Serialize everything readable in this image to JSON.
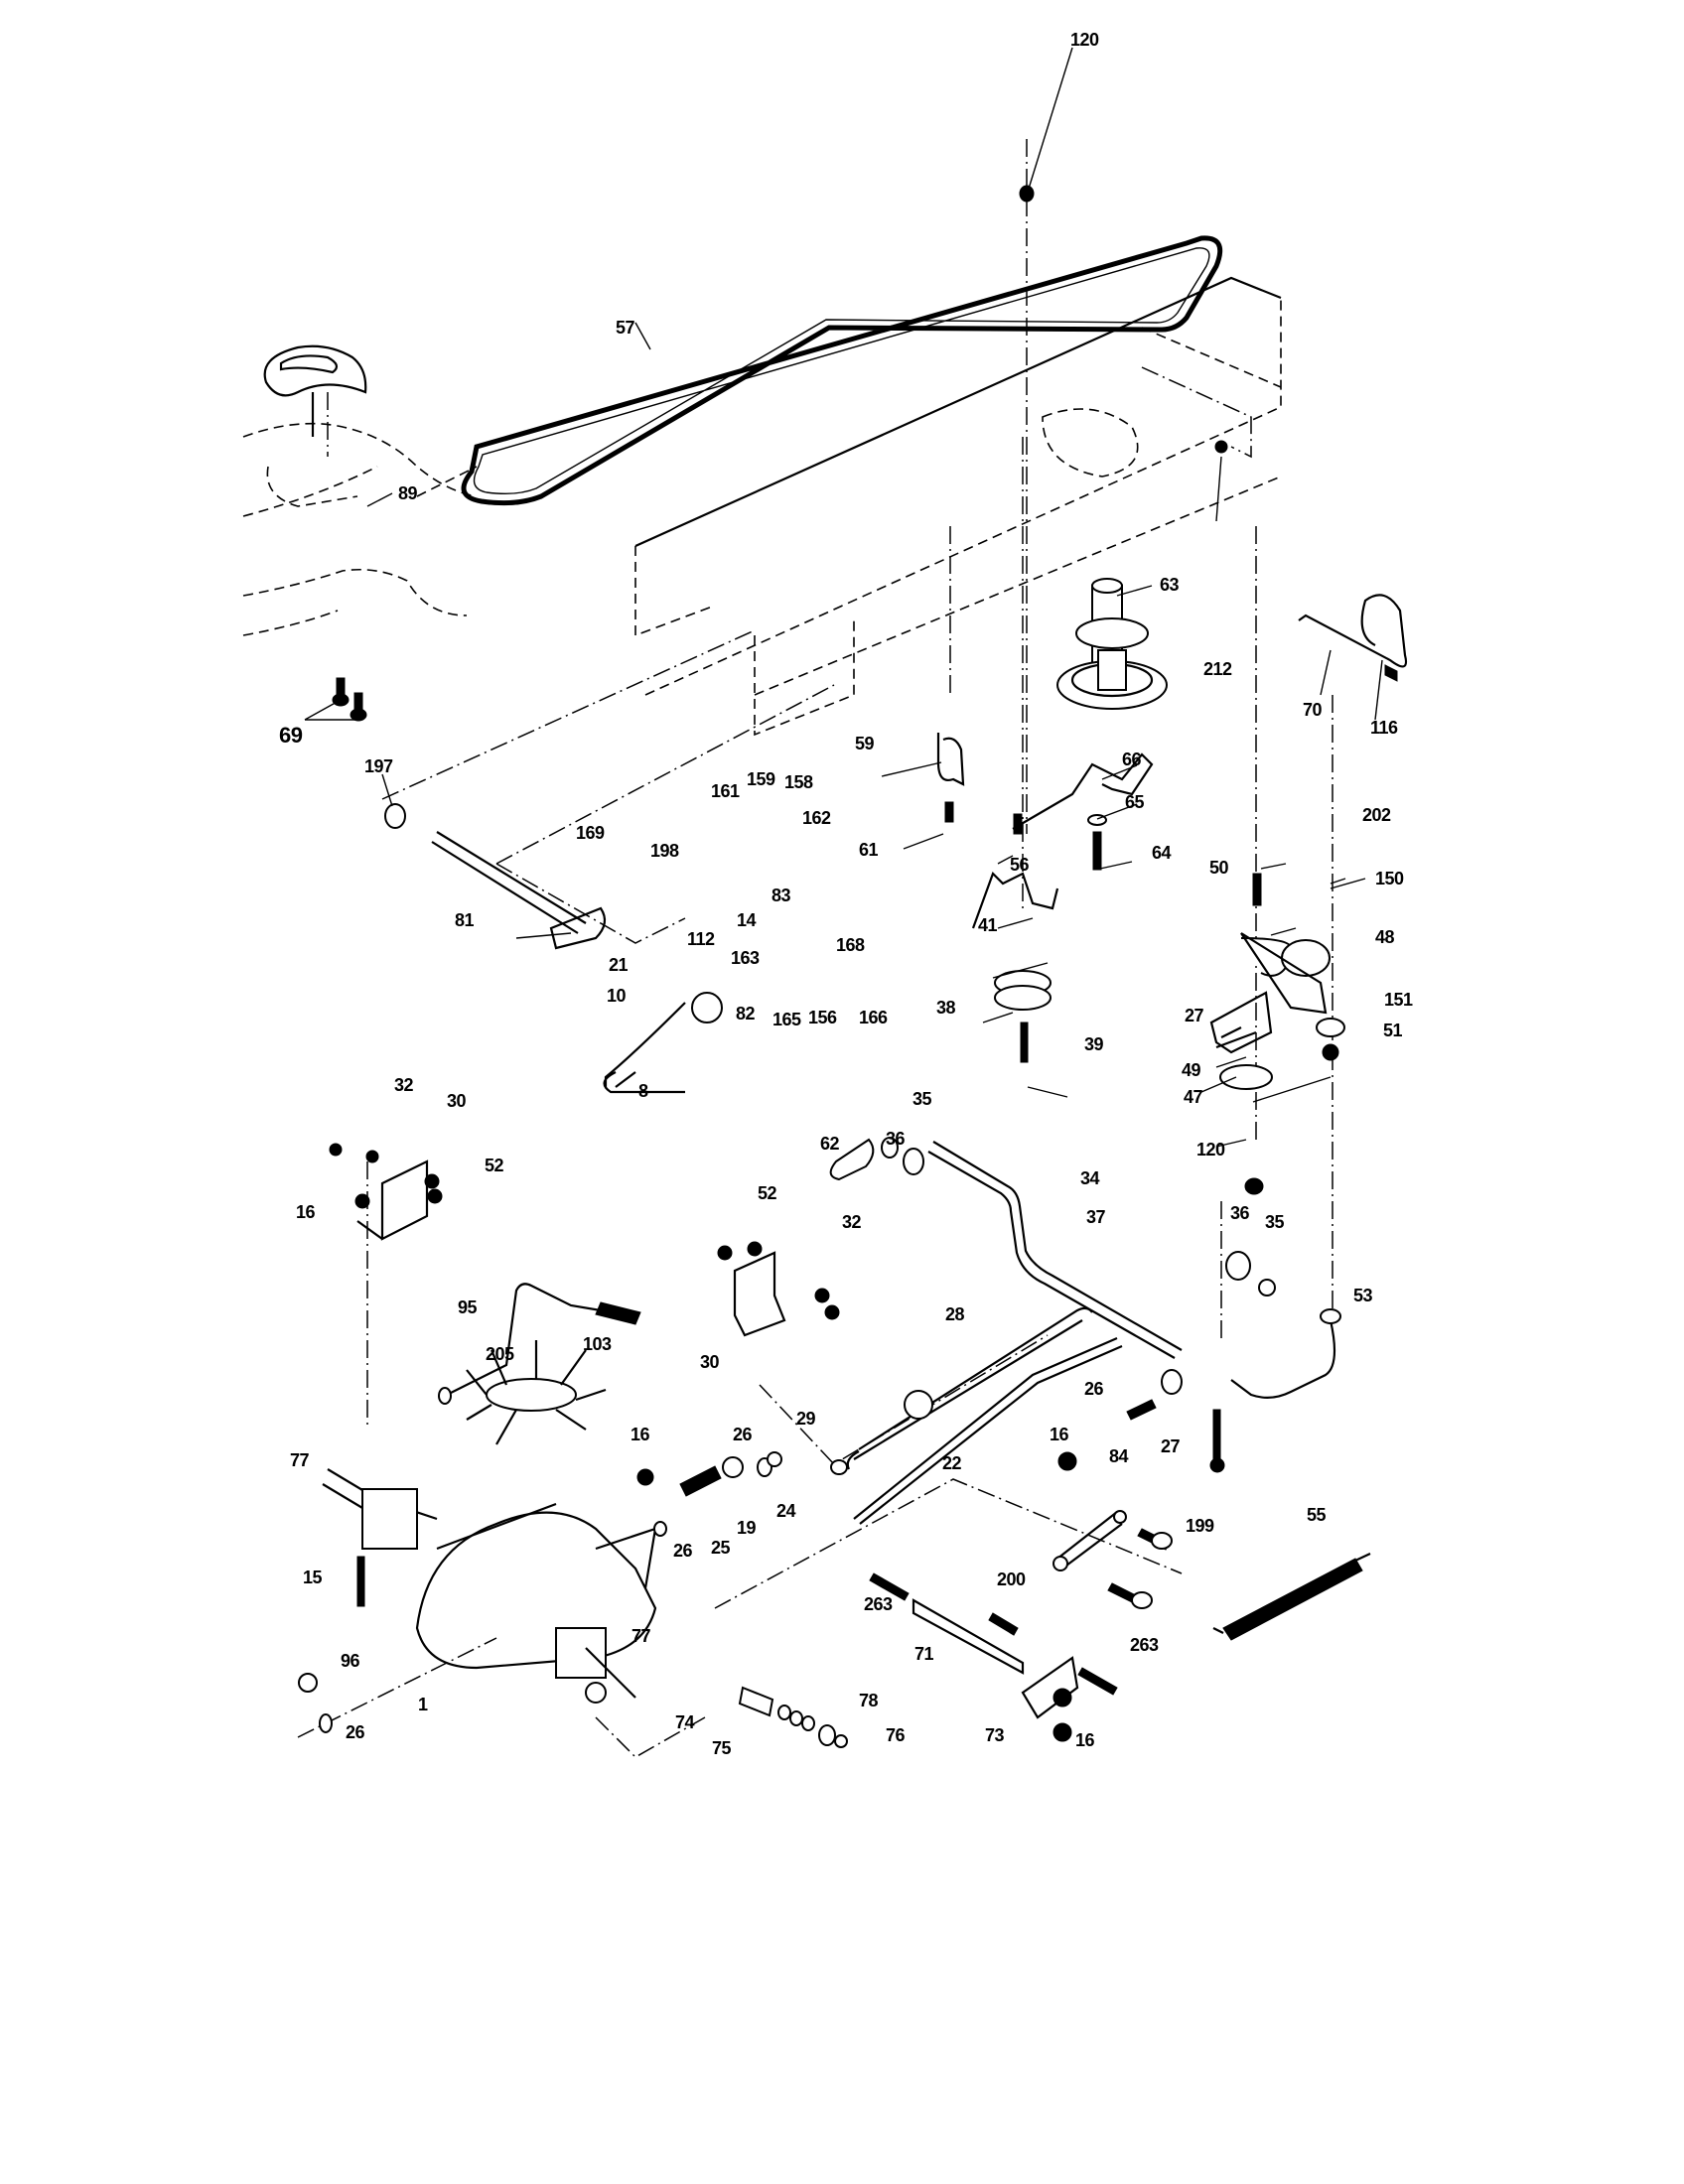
{
  "diagram": {
    "type": "exploded parts diagram",
    "subject": "lawn tractor drive / transaxle assembly",
    "labels": {
      "l57": "57",
      "l120a": "120",
      "l89": "89",
      "l63": "63",
      "l212": "212",
      "l70": "70",
      "l116": "116",
      "l69": "69",
      "l197": "197",
      "l59": "59",
      "l66": "66",
      "l65": "65",
      "l161": "161",
      "l159": "159",
      "l158": "158",
      "l162": "162",
      "l169": "169",
      "l198": "198",
      "l61": "61",
      "l56": "56",
      "l64": "64",
      "l202": "202",
      "l50": "50",
      "l150": "150",
      "l81": "81",
      "l112": "112",
      "l14": "14",
      "l83": "83",
      "l41": "41",
      "l163": "163",
      "l168": "168",
      "l48": "48",
      "l21": "21",
      "l38": "38",
      "l27a": "27",
      "l151": "151",
      "l82": "82",
      "l165": "165",
      "l156": "156",
      "l166": "166",
      "l51": "51",
      "l10": "10",
      "l39": "39",
      "l49": "49",
      "l8": "8",
      "l47": "47",
      "l32a": "32",
      "l30a": "30",
      "l35a": "35",
      "l62": "62",
      "l36a": "36",
      "l120b": "120",
      "l52a": "52",
      "l16a": "16",
      "l34": "34",
      "l52b": "52",
      "l37": "37",
      "l32b": "32",
      "l36b": "36",
      "l35b": "35",
      "l53": "53",
      "l30b": "30",
      "l95": "95",
      "l103": "103",
      "l28": "28",
      "l205": "205",
      "l26a": "26",
      "l29": "29",
      "l27b": "27",
      "l77a": "77",
      "l16b": "16",
      "l26b": "26",
      "l22": "22",
      "l16c": "16",
      "l84": "84",
      "l24": "24",
      "l19": "19",
      "l25": "25",
      "l26c": "26",
      "l15": "15",
      "l55": "55",
      "l199": "199",
      "l200": "200",
      "l263a": "263",
      "l263b": "263",
      "l71": "71",
      "l96": "96",
      "l77b": "77",
      "l1": "1",
      "l78": "78",
      "l74": "74",
      "l73": "73",
      "l16d": "16",
      "l26d": "26",
      "l75": "75",
      "l76": "76"
    }
  }
}
